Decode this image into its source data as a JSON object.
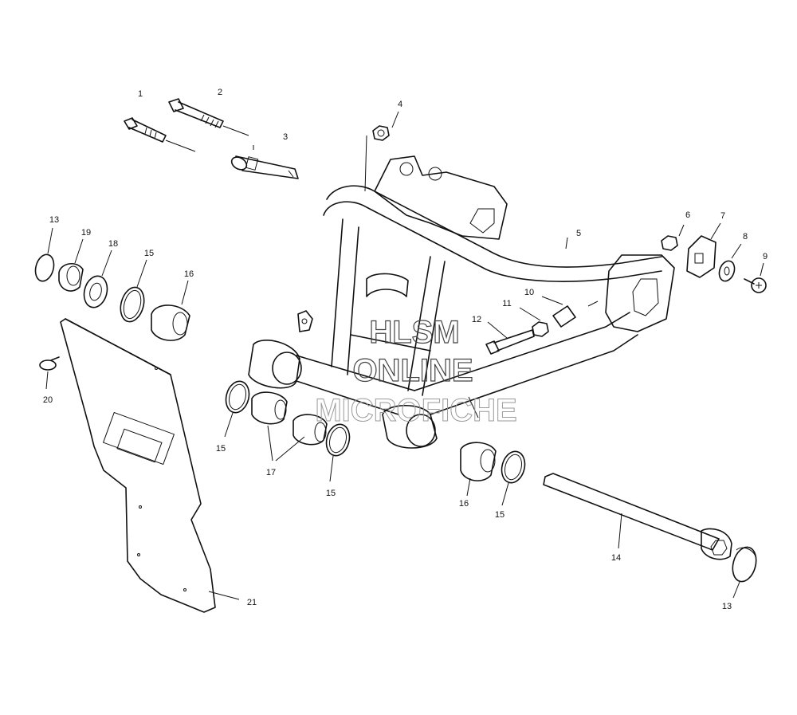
{
  "callouts": [
    {
      "id": "c1",
      "text": "1"
    },
    {
      "id": "c2",
      "text": "2"
    },
    {
      "id": "c3",
      "text": "3"
    },
    {
      "id": "c4",
      "text": "4"
    },
    {
      "id": "c5",
      "text": "5"
    },
    {
      "id": "c6",
      "text": "6"
    },
    {
      "id": "c7",
      "text": "7"
    },
    {
      "id": "c8",
      "text": "8"
    },
    {
      "id": "c9",
      "text": "9"
    },
    {
      "id": "c10",
      "text": "10"
    },
    {
      "id": "c11",
      "text": "11"
    },
    {
      "id": "c12",
      "text": "12"
    },
    {
      "id": "c13a",
      "text": "13"
    },
    {
      "id": "c19",
      "text": "19"
    },
    {
      "id": "c18",
      "text": "18"
    },
    {
      "id": "c15a",
      "text": "15"
    },
    {
      "id": "c16a",
      "text": "16"
    },
    {
      "id": "c20",
      "text": "20"
    },
    {
      "id": "c15b",
      "text": "15"
    },
    {
      "id": "c17",
      "text": "17"
    },
    {
      "id": "c15c",
      "text": "15"
    },
    {
      "id": "c16b",
      "text": "16"
    },
    {
      "id": "c15d",
      "text": "15"
    },
    {
      "id": "c14",
      "text": "14"
    },
    {
      "id": "c13b",
      "text": "13"
    },
    {
      "id": "c21",
      "text": "21"
    }
  ],
  "watermark": {
    "line1": "HLSM",
    "line2": "ONLINE",
    "line3": "MICROFICHE"
  }
}
